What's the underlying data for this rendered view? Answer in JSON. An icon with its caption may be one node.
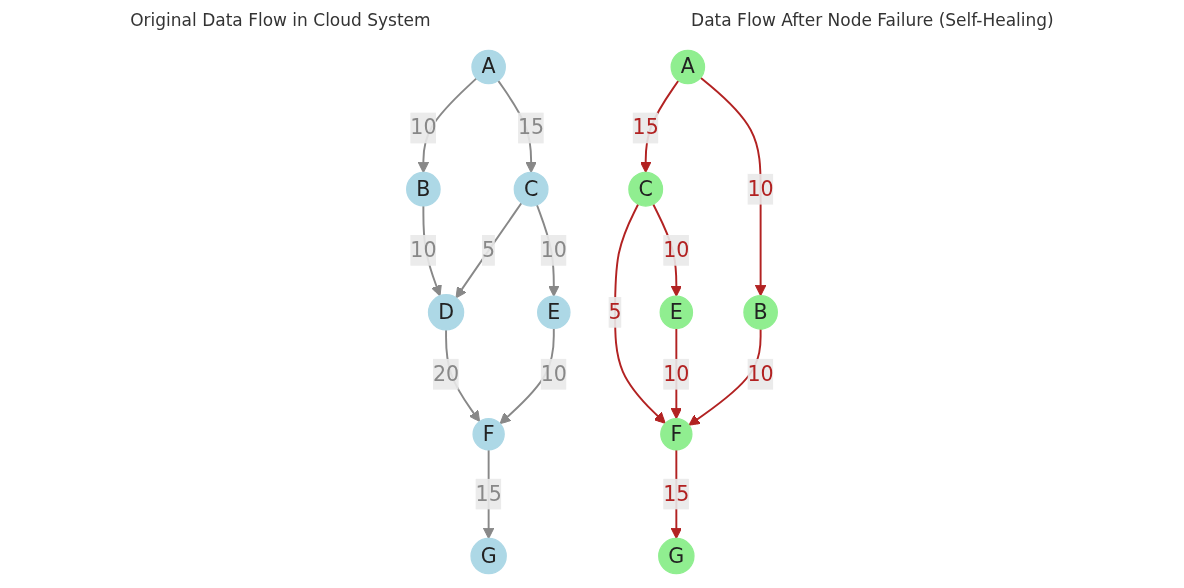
{
  "diagram": {
    "nodes": [
      {
        "text": [
          "A"
        ]
      },
      {
        "text": [
          "B"
        ]
      },
      {
        "text": [
          "C"
        ]
      },
      {
        "text": [
          "D"
        ]
      },
      {
        "text": [
          "E"
        ]
      },
      {
        "text": [
          "F"
        ]
      },
      {
        "text": [
          "G"
        ]
      },
      {
        "text": [
          "E"
        ]
      },
      {
        "text": [
          "F"
        ]
      },
      {
        "text": [
          "G"
        ]
      },
      {
        "text": [
          "B"
        ]
      },
      {
        "text": [
          "C"
        ]
      },
      {
        "text": [
          "A"
        ]
      }
    ],
    "edges": [
      {
        "from": 0,
        "to": 1,
        "arrow": "to",
        "label": "10"
      },
      {
        "from": 0,
        "to": 2,
        "arrow": "to",
        "label": "15"
      },
      {
        "from": 1,
        "to": 3,
        "arrow": "to",
        "label": "10"
      },
      {
        "from": 2,
        "to": 3,
        "arrow": "to",
        "label": "5"
      },
      {
        "from": 2,
        "to": 4,
        "arrow": "to",
        "label": "10"
      },
      {
        "from": 3,
        "to": 5,
        "arrow": "to",
        "label": "20"
      },
      {
        "from": 4,
        "to": 5,
        "arrow": "to",
        "label": "10"
      },
      {
        "from": 5,
        "to": 6,
        "arrow": "to",
        "label": "15"
      },
      {
        "from": 7,
        "to": 8,
        "arrow": "to",
        "label": "10",
        "color": "#b22222"
      },
      {
        "from": 8,
        "to": 9,
        "arrow": "to",
        "label": "15",
        "color": "#b22222"
      },
      {
        "from": 10,
        "to": 8,
        "arrow": "to",
        "label": "10",
        "color": "#b22222"
      },
      {
        "from": 11,
        "to": 8,
        "arrow": "to",
        "label": "5",
        "color": "#b22222"
      },
      {
        "from": 11,
        "to": 7,
        "arrow": "to",
        "label": "10",
        "color": "#b22222"
      },
      {
        "from": 12,
        "to": 11,
        "arrow": "to",
        "label": "15",
        "color": "#b22222"
      },
      {
        "from": 12,
        "to": 10,
        "arrow": "to",
        "label": "10",
        "color": "#b22222"
      }
    ],
    "labels": [
      "Original Data Flow in Cloud System",
      "Data Flow After Node Failure (Self-Healing)"
    ]
  }
}
